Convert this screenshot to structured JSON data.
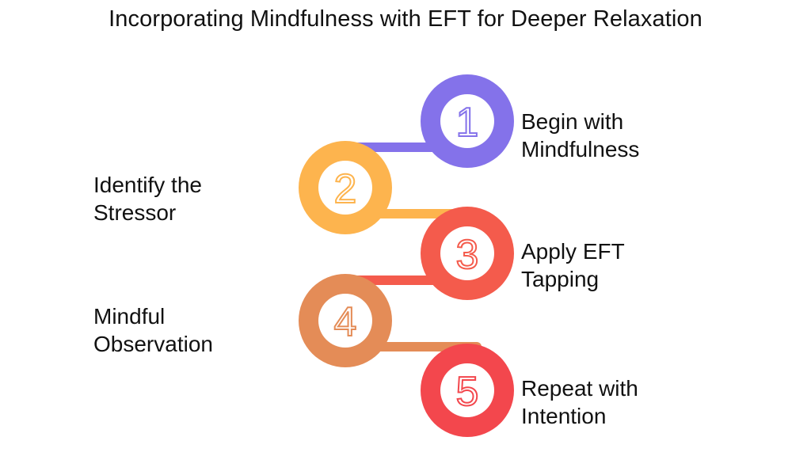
{
  "title": "Incorporating Mindfulness with EFT for Deeper Relaxation",
  "steps": [
    {
      "number": "1",
      "label_line1": "Begin with",
      "label_line2": "Mindfulness",
      "color": "#8472ea"
    },
    {
      "number": "2",
      "label_line1": "Identify the",
      "label_line2": "Stressor",
      "color": "#fdb44e"
    },
    {
      "number": "3",
      "label_line1": "Apply EFT",
      "label_line2": "Tapping",
      "color": "#f45b4c"
    },
    {
      "number": "4",
      "label_line1": "Mindful",
      "label_line2": "Observation",
      "color": "#e48c57"
    },
    {
      "number": "5",
      "label_line1": "Repeat with",
      "label_line2": "Intention",
      "color": "#f3474d"
    }
  ]
}
